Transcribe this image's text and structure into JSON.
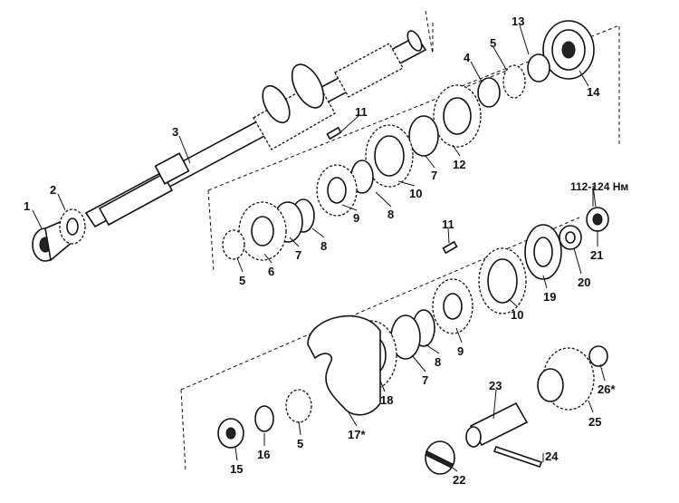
{
  "labels": {
    "l1": "1",
    "l2": "2",
    "l3": "3",
    "l4": "4",
    "l5a": "5",
    "l5b": "5",
    "l5c": "5",
    "l6": "6",
    "l7a": "7",
    "l7b": "7",
    "l7c": "7",
    "l8a": "8",
    "l8b": "8",
    "l8c": "8",
    "l9a": "9",
    "l9b": "9",
    "l10a": "10",
    "l10b": "10",
    "l11a": "11",
    "l11b": "11",
    "l12": "12",
    "l13": "13",
    "l14": "14",
    "l15": "15",
    "l16": "16",
    "l17": "17*",
    "l18": "18",
    "l19": "19",
    "l20": "20",
    "l21": "21",
    "l22": "22",
    "l23": "23",
    "l24": "24",
    "l25": "25",
    "l26": "26*"
  },
  "torque": "112-124 Нм"
}
